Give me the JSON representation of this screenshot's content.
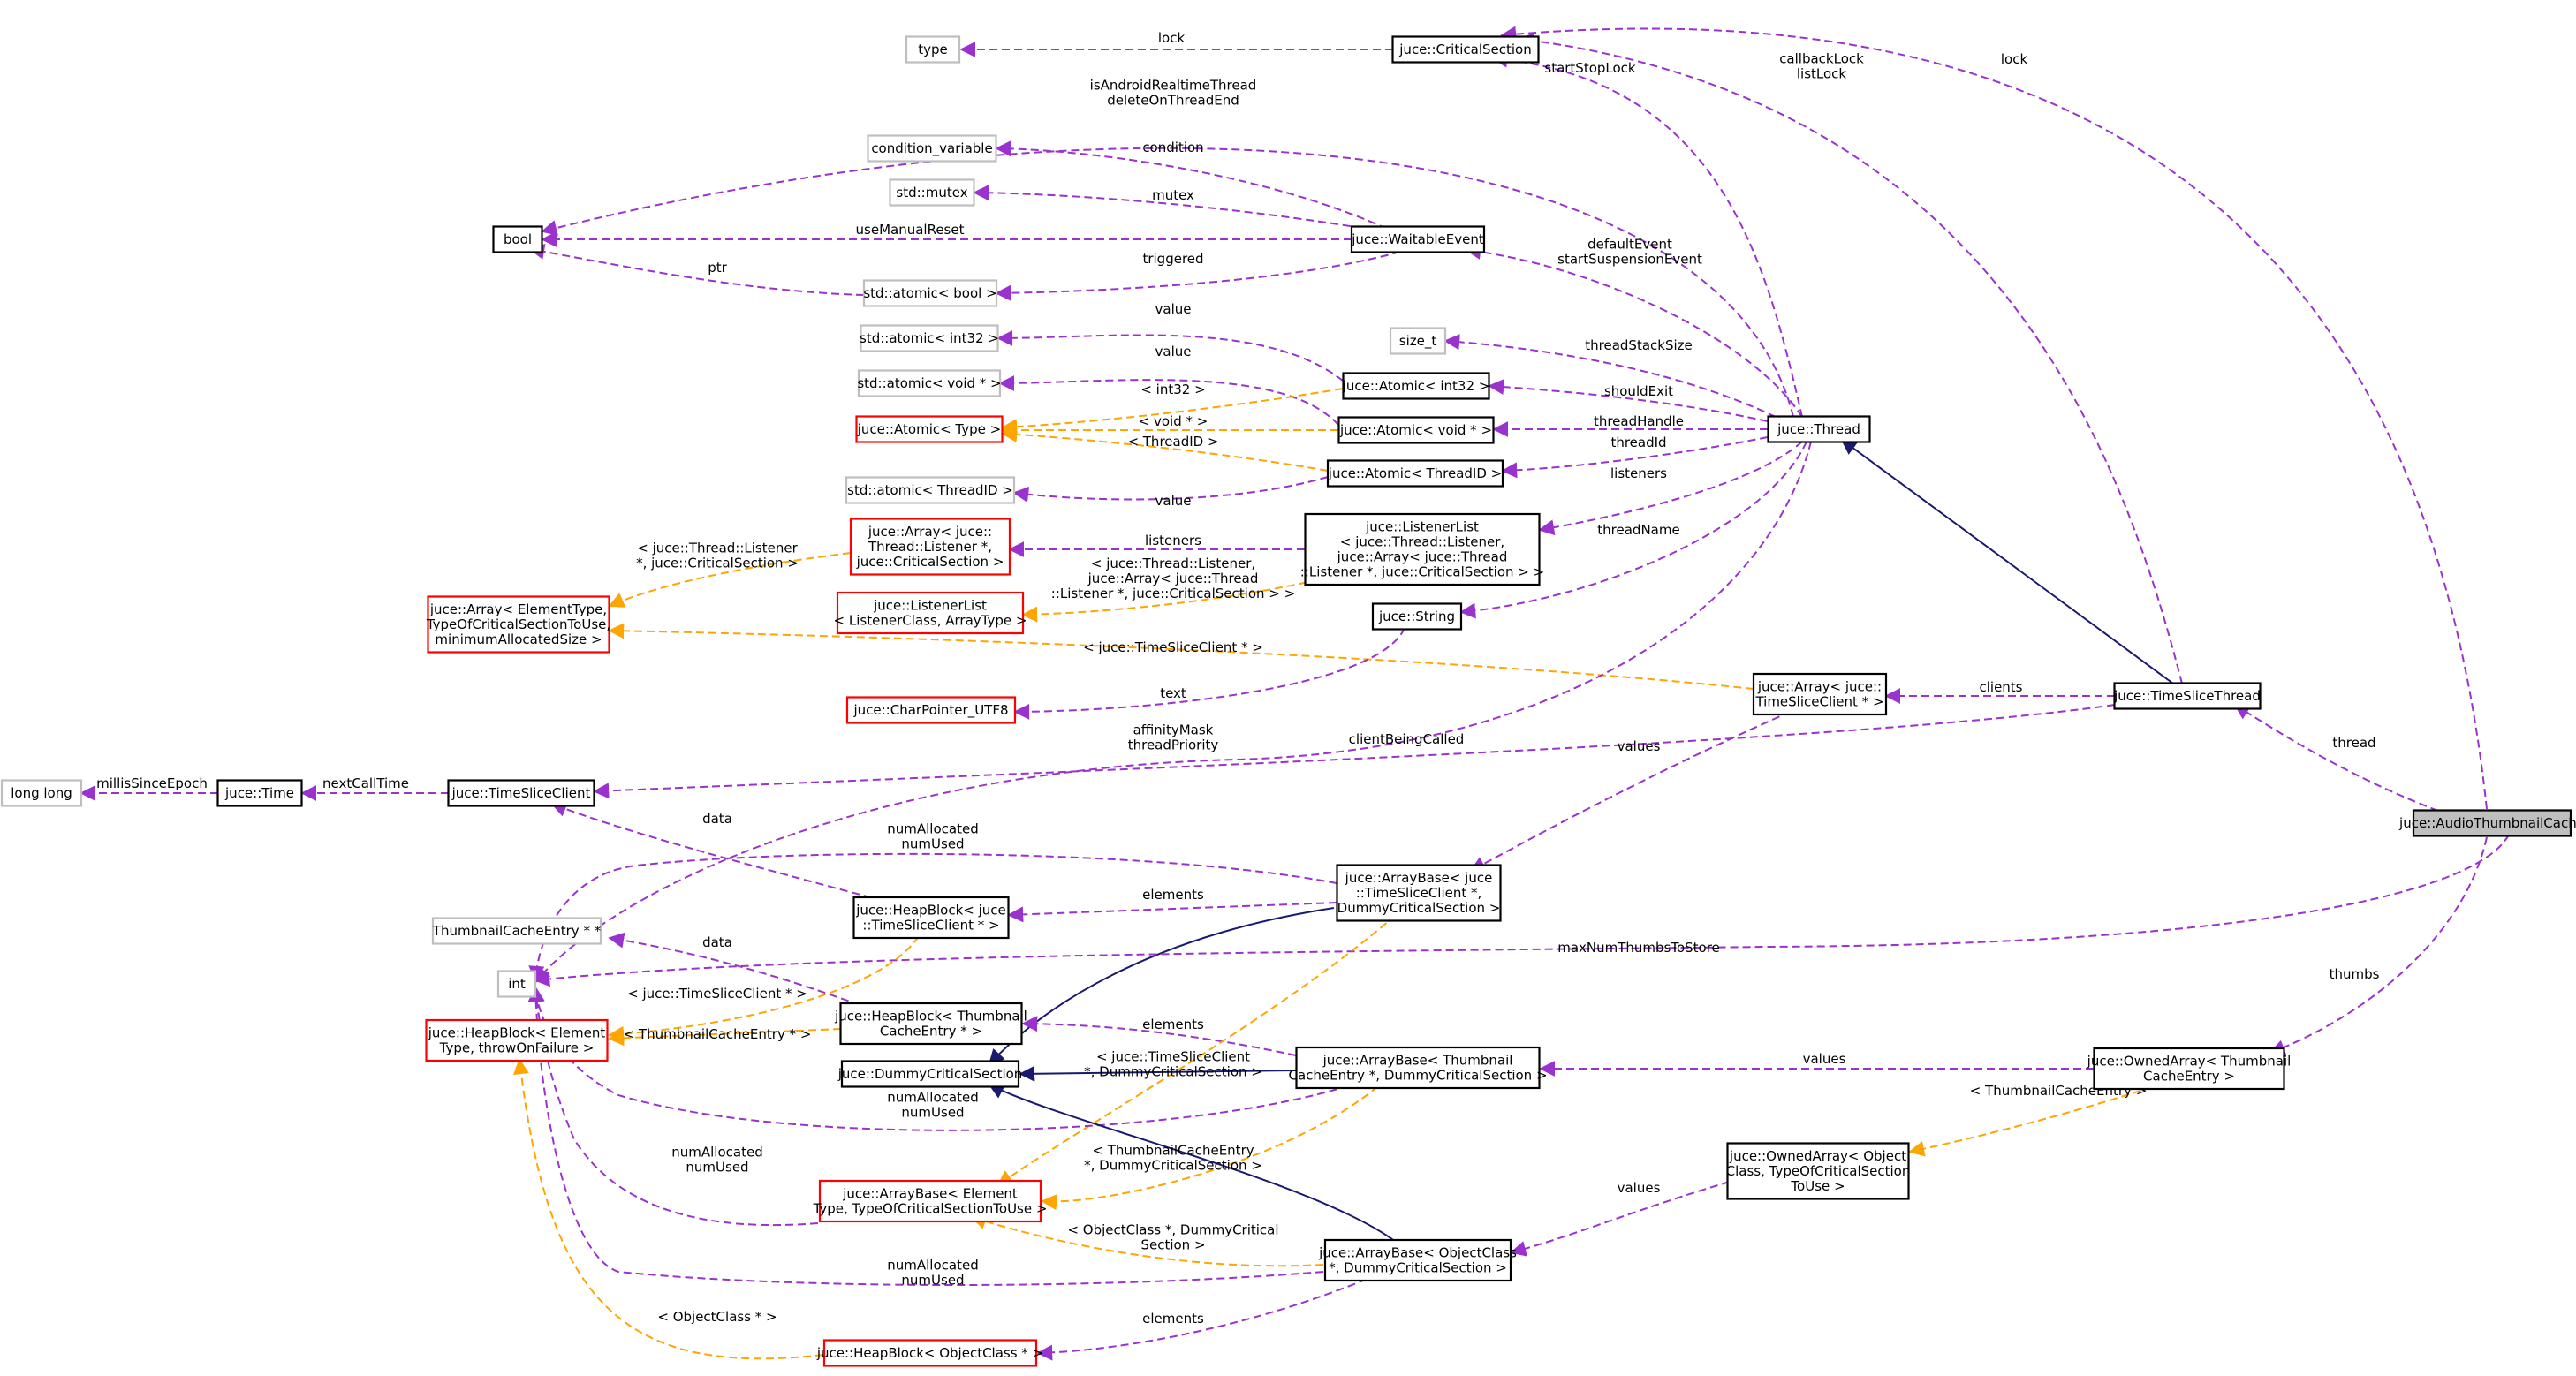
{
  "colors": {
    "member_edge": "#9a32cd",
    "template_edge": "#ffa500",
    "inherit_edge": "#191970",
    "template_border": "#ff0000",
    "external_border": "#bfbfbf",
    "root_fill": "#bfbfbf"
  },
  "nodes": {
    "type": [
      "type"
    ],
    "critical_section": [
      "juce::CriticalSection"
    ],
    "condition_variable": [
      "condition_variable"
    ],
    "std_mutex": [
      "std::mutex"
    ],
    "bool": [
      "bool"
    ],
    "waitable_event": [
      "juce::WaitableEvent"
    ],
    "atomic_bool": [
      "std::atomic< bool >"
    ],
    "atomic_int32": [
      "std::atomic< int32 >"
    ],
    "atomic_voidptr": [
      "std::atomic< void * >"
    ],
    "size_t": [
      "size_t"
    ],
    "juce_atomic_type": [
      "juce::Atomic< Type >"
    ],
    "juce_atomic_int32": [
      "juce::Atomic< int32 >"
    ],
    "juce_atomic_voidptr": [
      "juce::Atomic< void * >"
    ],
    "juce_atomic_threadid": [
      "juce::Atomic< ThreadID >"
    ],
    "thread": [
      "juce::Thread"
    ],
    "atomic_threadid": [
      "std::atomic< ThreadID >"
    ],
    "array_listener": [
      "juce::Array< juce::",
      "Thread::Listener *,",
      "juce::CriticalSection >"
    ],
    "listener_list_inst": [
      "juce::ListenerList",
      "< juce::Thread::Listener,",
      "juce::Array< juce::Thread",
      "::Listener *, juce::CriticalSection > >"
    ],
    "array_generic": [
      "juce::Array< ElementType,",
      "TypeOfCriticalSectionToUse,",
      "minimumAllocatedSize >"
    ],
    "listener_list_generic": [
      "juce::ListenerList",
      "< ListenerClass, ArrayType >"
    ],
    "juce_string": [
      "juce::String"
    ],
    "array_timeslice": [
      "juce::Array< juce::",
      "TimeSliceClient * >"
    ],
    "timeslice_thread": [
      "juce::TimeSliceThread"
    ],
    "charpointer": [
      "juce::CharPointer_UTF8"
    ],
    "long_long": [
      "long long"
    ],
    "juce_time": [
      "juce::Time"
    ],
    "timeslice_client": [
      "juce::TimeSliceClient"
    ],
    "audio_thumbnail_cache": [
      "juce::AudioThumbnailCache"
    ],
    "arraybase_timeslice": [
      "juce::ArrayBase< juce",
      "::TimeSliceClient *,",
      "DummyCriticalSection >"
    ],
    "heapblock_timeslice": [
      "juce::HeapBlock< juce",
      "::TimeSliceClient * >"
    ],
    "thumb_cache_entry_ptr": [
      "ThumbnailCacheEntry * *"
    ],
    "int": [
      "int"
    ],
    "heapblock_generic": [
      "juce::HeapBlock< Element",
      "Type, throwOnFailure >"
    ],
    "heapblock_thumb": [
      "juce::HeapBlock< Thumbnail",
      "CacheEntry * >"
    ],
    "dummy_cs": [
      "juce::DummyCriticalSection"
    ],
    "arraybase_thumb": [
      "juce::ArrayBase< Thumbnail",
      "CacheEntry *, DummyCriticalSection >"
    ],
    "owned_array_thumb": [
      "juce::OwnedArray< Thumbnail",
      "CacheEntry >"
    ],
    "owned_array_generic": [
      "juce::OwnedArray< Object",
      "Class, TypeOfCriticalSection",
      "ToUse >"
    ],
    "arraybase_generic": [
      "juce::ArrayBase< Element",
      "Type, TypeOfCriticalSectionToUse >"
    ],
    "arraybase_object": [
      "juce::ArrayBase< ObjectClass",
      "*, DummyCriticalSection >"
    ],
    "heapblock_object": [
      "juce::HeapBlock< ObjectClass * >"
    ]
  },
  "edge_labels": {
    "lock1": [
      "lock"
    ],
    "start_stop_lock": [
      "startStopLock"
    ],
    "callback_list_lock": [
      "callbackLock",
      "listLock"
    ],
    "lock2": [
      "lock"
    ],
    "realtime": [
      "isAndroidRealtimeThread",
      "deleteOnThreadEnd"
    ],
    "condition": [
      "condition"
    ],
    "mutex": [
      "mutex"
    ],
    "use_manual_reset": [
      "useManualReset"
    ],
    "ptr": [
      "ptr"
    ],
    "triggered": [
      "triggered"
    ],
    "default_event": [
      "defaultEvent",
      "startSuspensionEvent"
    ],
    "value1": [
      "value"
    ],
    "value2": [
      "value"
    ],
    "thread_stack_size": [
      "threadStackSize"
    ],
    "int32_tmpl": [
      "< int32 >"
    ],
    "voidptr_tmpl": [
      "< void * >"
    ],
    "threadid_tmpl": [
      "< ThreadID >"
    ],
    "should_exit": [
      "shouldExit"
    ],
    "thread_handle": [
      "threadHandle"
    ],
    "thread_id": [
      "threadId"
    ],
    "value3": [
      "value"
    ],
    "listeners1": [
      "listeners"
    ],
    "listeners2": [
      "listeners"
    ],
    "thread_name": [
      "threadName"
    ],
    "listener_tmpl": [
      "< juce::Thread::Listener",
      "*, juce::CriticalSection >"
    ],
    "listener_list_tmpl": [
      "< juce::Thread::Listener,",
      "juce::Array< juce::Thread",
      "::Listener *, juce::CriticalSection > >"
    ],
    "timeslice_client_tmpl": [
      "< juce::TimeSliceClient * >"
    ],
    "clients": [
      "clients"
    ],
    "text": [
      "text"
    ],
    "affinity": [
      "affinityMask",
      "threadPriority"
    ],
    "client_being_called": [
      "clientBeingCalled"
    ],
    "thread_label": [
      "thread"
    ],
    "millis": [
      "millisSinceEpoch"
    ],
    "next_call_time": [
      "nextCallTime"
    ],
    "values1": [
      "values"
    ],
    "data1": [
      "data"
    ],
    "num_alloc1": [
      "numAllocated",
      "numUsed"
    ],
    "elements1": [
      "elements"
    ],
    "max_num_thumbs": [
      "maxNumThumbsToStore"
    ],
    "data2": [
      "data"
    ],
    "heap_timeslice_tmpl": [
      "< juce::TimeSliceClient * >"
    ],
    "heap_thumb_tmpl": [
      "< ThumbnailCacheEntry * >"
    ],
    "elements2": [
      "elements"
    ],
    "thumbs": [
      "thumbs"
    ],
    "ab_timeslice_tmpl": [
      "< juce::TimeSliceClient",
      "*, DummyCriticalSection >"
    ],
    "values2": [
      "values"
    ],
    "num_alloc2": [
      "numAllocated",
      "numUsed"
    ],
    "thumb_cache_entry_tmpl": [
      "< ThumbnailCacheEntry >"
    ],
    "num_alloc3": [
      "numAllocated",
      "numUsed"
    ],
    "ab_thumb_tmpl": [
      "< ThumbnailCacheEntry",
      "*, DummyCriticalSection >"
    ],
    "values3": [
      "values"
    ],
    "ab_object_tmpl": [
      "< ObjectClass *, DummyCritical",
      "Section >"
    ],
    "num_alloc4": [
      "numAllocated",
      "numUsed"
    ],
    "heap_object_tmpl": [
      "< ObjectClass * >"
    ],
    "elements3": [
      "elements"
    ]
  }
}
